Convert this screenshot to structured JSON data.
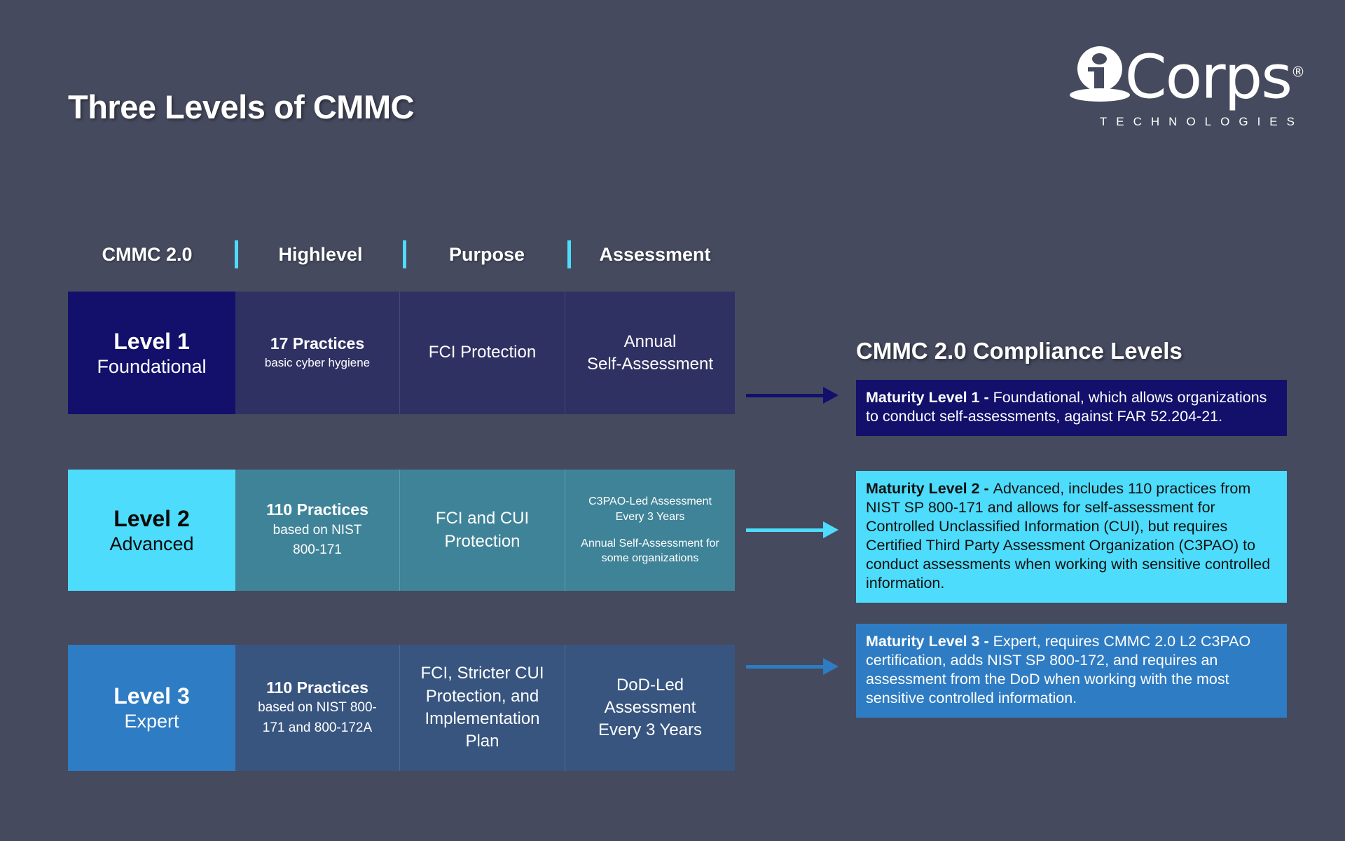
{
  "title": "Three Levels of CMMC",
  "logo": {
    "wordmark": "Corps",
    "registered": "®",
    "subtitle": "TECHNOLOGIES",
    "icon": "i-in-circle-logo-icon"
  },
  "colors": {
    "background": "#454a5e",
    "accent_cyan": "#4ddcfb",
    "level1_primary": "#12106b",
    "level1_secondary": "#2f3163",
    "level2_primary": "#4ddcfb",
    "level2_secondary": "#3f8398",
    "level3_primary": "#2e7cc4",
    "level3_secondary": "#38557f"
  },
  "matrix": {
    "columns": [
      "CMMC 2.0",
      "Highlevel",
      "Purpose",
      "Assessment"
    ],
    "rows": [
      {
        "level_title": "Level 1",
        "level_subtitle": "Foundational",
        "highlevel_main": "17 Practices",
        "highlevel_sub": "basic cyber hygiene",
        "purpose": "FCI Protection",
        "assessment_main": "Annual\nSelf-Assessment",
        "assessment_sub": ""
      },
      {
        "level_title": "Level 2",
        "level_subtitle": "Advanced",
        "highlevel_main": "110 Practices",
        "highlevel_sub": "based on NIST\n800-171",
        "purpose": "FCI and CUI\nProtection",
        "assessment_main": "C3PAO-Led Assessment\nEvery 3 Years",
        "assessment_sub": "Annual Self-Assessment for\nsome organizations"
      },
      {
        "level_title": "Level 3",
        "level_subtitle": "Expert",
        "highlevel_main": "110 Practices",
        "highlevel_sub": "based on NIST 800-\n171 and 800-172A",
        "purpose": "FCI, Stricter CUI\nProtection, and\nImplementation\nPlan",
        "assessment_main": "DoD-Led\nAssessment\nEvery 3 Years",
        "assessment_sub": ""
      }
    ]
  },
  "compliance": {
    "title": "CMMC 2.0 Compliance Levels",
    "boxes": [
      {
        "label": "Maturity Level 1 - ",
        "text": "Foundational, which allows organizations to conduct self-assessments, against FAR 52.204-21."
      },
      {
        "label": "Maturity Level 2 - ",
        "text": "Advanced, includes 110 practices from NIST SP 800-171 and allows for self-assessment for Controlled Unclassified Information (CUI), but requires Certified Third Party Assessment Organization (C3PAO) to conduct assessments when working with sensitive controlled information."
      },
      {
        "label": "Maturity Level 3 - ",
        "text": "Expert, requires CMMC 2.0 L2 C3PAO certification, adds NIST SP 800-172, and requires an assessment from the DoD when working with the most sensitive controlled information."
      }
    ]
  },
  "arrows": [
    {
      "name": "arrow-to-maturity-level-1",
      "color": "#12106b"
    },
    {
      "name": "arrow-to-maturity-level-2",
      "color": "#4ddcfb"
    },
    {
      "name": "arrow-to-maturity-level-3",
      "color": "#2e7cc4"
    }
  ]
}
